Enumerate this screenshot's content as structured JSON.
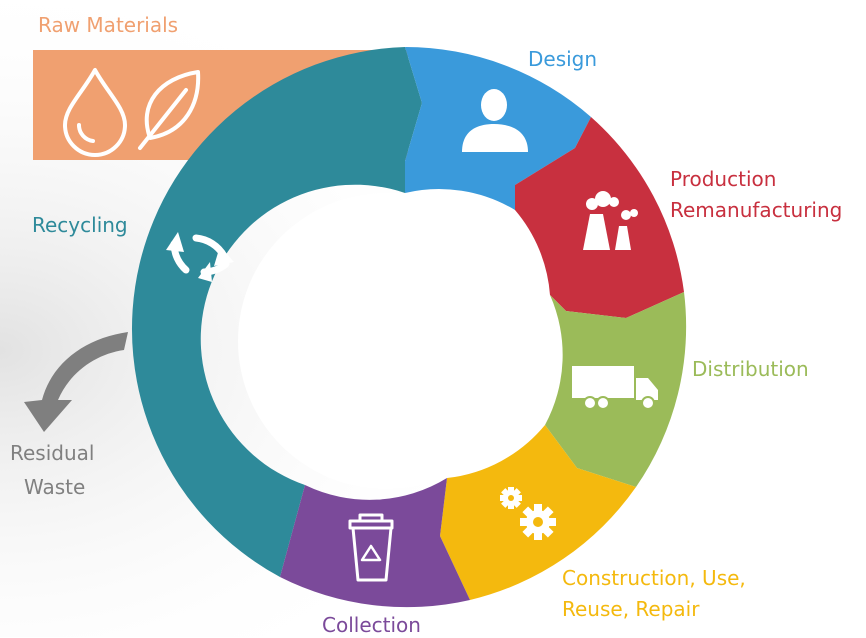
{
  "colors": {
    "raw_materials": "#F0A070",
    "recycling": "#2E8A9A",
    "design": "#3A9ADB",
    "production": "#C8303F",
    "distribution": "#9BBB59",
    "use": "#F4B90E",
    "collection": "#7B4A9A",
    "residual_arrow": "#7F7F7F",
    "residual_text": "#808080"
  },
  "labels": {
    "raw_materials": "Raw Materials",
    "design": "Design",
    "production_line1": "Production",
    "production_line2": "Remanufacturing",
    "distribution": "Distribution",
    "use_line1": "Construction, Use,",
    "use_line2": "Reuse, Repair",
    "collection": "Collection",
    "recycling": "Recycling",
    "residual_line1": "Residual",
    "residual_line2": "Waste"
  },
  "icons": {
    "raw_materials": [
      "water-drop-icon",
      "leaf-icon"
    ],
    "design": "person-icon",
    "production": "factory-icon",
    "distribution": "truck-icon",
    "use": "gears-icon",
    "collection": "recycle-bin-icon",
    "recycling": "recycle-icon",
    "residual": "curved-arrow-down-icon"
  }
}
